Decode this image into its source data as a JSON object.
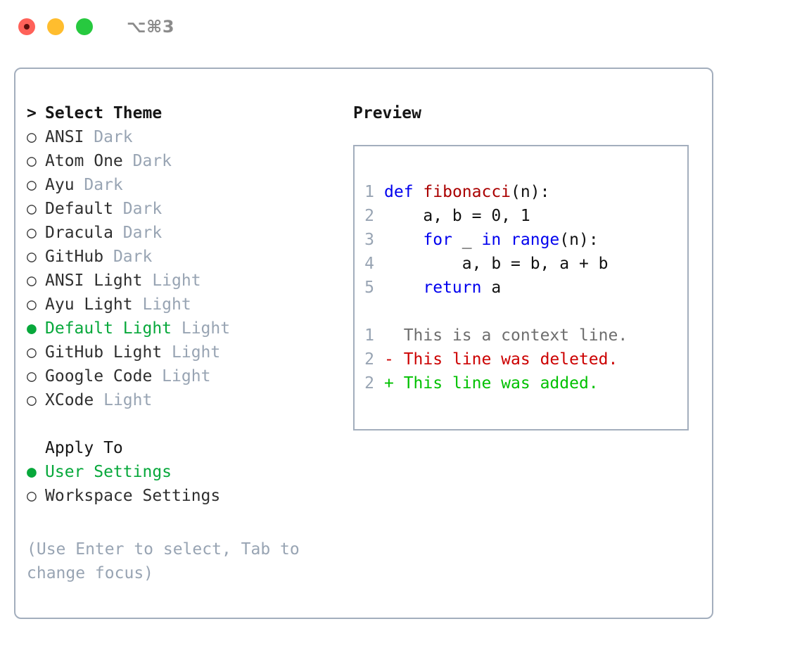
{
  "titlebar": {
    "shortcut": "⌥⌘3",
    "lights": [
      {
        "name": "close",
        "color": "#ff6159"
      },
      {
        "name": "minimize",
        "color": "#ffbd2e"
      },
      {
        "name": "maximize",
        "color": "#27c93f"
      }
    ]
  },
  "theme_picker": {
    "header_marker": ">",
    "header_label": "Select Theme",
    "marker_selected": "●",
    "marker_unselected": "○",
    "selected_color": "#07a83b",
    "kind_color": "#98a4b3",
    "items": [
      {
        "marker": "○",
        "name": "ANSI",
        "kind": "Dark",
        "selected": false
      },
      {
        "marker": "○",
        "name": "Atom One",
        "kind": "Dark",
        "selected": false
      },
      {
        "marker": "○",
        "name": "Ayu",
        "kind": "Dark",
        "selected": false
      },
      {
        "marker": "○",
        "name": "Default",
        "kind": "Dark",
        "selected": false
      },
      {
        "marker": "○",
        "name": "Dracula",
        "kind": "Dark",
        "selected": false
      },
      {
        "marker": "○",
        "name": "GitHub",
        "kind": "Dark",
        "selected": false
      },
      {
        "marker": "○",
        "name": "ANSI Light",
        "kind": "Light",
        "selected": false
      },
      {
        "marker": "○",
        "name": "Ayu Light",
        "kind": "Light",
        "selected": false
      },
      {
        "marker": "●",
        "name": "Default Light",
        "kind": "Light",
        "selected": true
      },
      {
        "marker": "○",
        "name": "GitHub Light",
        "kind": "Light",
        "selected": false
      },
      {
        "marker": "○",
        "name": "Google Code",
        "kind": "Light",
        "selected": false
      },
      {
        "marker": "○",
        "name": "XCode",
        "kind": "Light",
        "selected": false
      }
    ]
  },
  "apply_to": {
    "header_label": "Apply To",
    "items": [
      {
        "marker": "●",
        "name": "User Settings",
        "selected": true
      },
      {
        "marker": "○",
        "name": "Workspace Settings",
        "selected": false
      }
    ]
  },
  "hint": "(Use Enter to select, Tab to change focus)",
  "preview": {
    "title": "Preview",
    "code_lines": [
      {
        "lineno": "1",
        "tokens": [
          {
            "t": "def",
            "c": "kw"
          },
          {
            "t": " ",
            "c": "plain"
          },
          {
            "t": "fibonacci",
            "c": "fn"
          },
          {
            "t": "(n):",
            "c": "plain"
          }
        ]
      },
      {
        "lineno": "2",
        "tokens": [
          {
            "t": "    a, b = 0, 1",
            "c": "plain"
          }
        ]
      },
      {
        "lineno": "3",
        "tokens": [
          {
            "t": "    ",
            "c": "plain"
          },
          {
            "t": "for",
            "c": "kw"
          },
          {
            "t": " _ ",
            "c": "plain"
          },
          {
            "t": "in",
            "c": "kw"
          },
          {
            "t": " ",
            "c": "plain"
          },
          {
            "t": "range",
            "c": "kw"
          },
          {
            "t": "(n):",
            "c": "plain"
          }
        ]
      },
      {
        "lineno": "4",
        "tokens": [
          {
            "t": "        a, b = b, a + b",
            "c": "plain"
          }
        ]
      },
      {
        "lineno": "5",
        "tokens": [
          {
            "t": "    ",
            "c": "plain"
          },
          {
            "t": "return",
            "c": "kw"
          },
          {
            "t": " a",
            "c": "plain"
          }
        ]
      }
    ],
    "diff_lines": [
      {
        "lineno": "1",
        "sign": " ",
        "text": " This is a context line.",
        "kind": "ctx"
      },
      {
        "lineno": "2",
        "sign": "-",
        "text": " This line was deleted.",
        "kind": "del"
      },
      {
        "lineno": "2",
        "sign": "+",
        "text": " This line was added.",
        "kind": "add"
      }
    ],
    "colors": {
      "keyword": "#0000ee",
      "function": "#aa0000",
      "plain": "#111111",
      "lineno": "#98a4b3",
      "diff_context": "#6e6e6e",
      "diff_deleted": "#cc0000",
      "diff_added": "#00c100"
    }
  }
}
